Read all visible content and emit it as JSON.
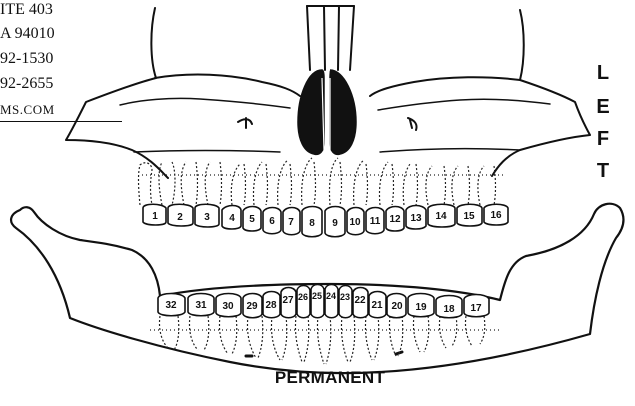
{
  "address_lines": [
    "ITE 403",
    "A 94010",
    "92-1530",
    "92-2655",
    "MS.COM"
  ],
  "side_label": [
    "L",
    "E",
    "F",
    "T"
  ],
  "caption": "PERMANENT",
  "upper_teeth": [
    "1",
    "2",
    "3",
    "4",
    "5",
    "6",
    "7",
    "8",
    "9",
    "10",
    "11",
    "12",
    "13",
    "14",
    "15",
    "16"
  ],
  "lower_teeth": [
    "32",
    "31",
    "30",
    "29",
    "28",
    "27",
    "26",
    "25",
    "24",
    "23",
    "22",
    "21",
    "20",
    "19",
    "18",
    "17"
  ]
}
